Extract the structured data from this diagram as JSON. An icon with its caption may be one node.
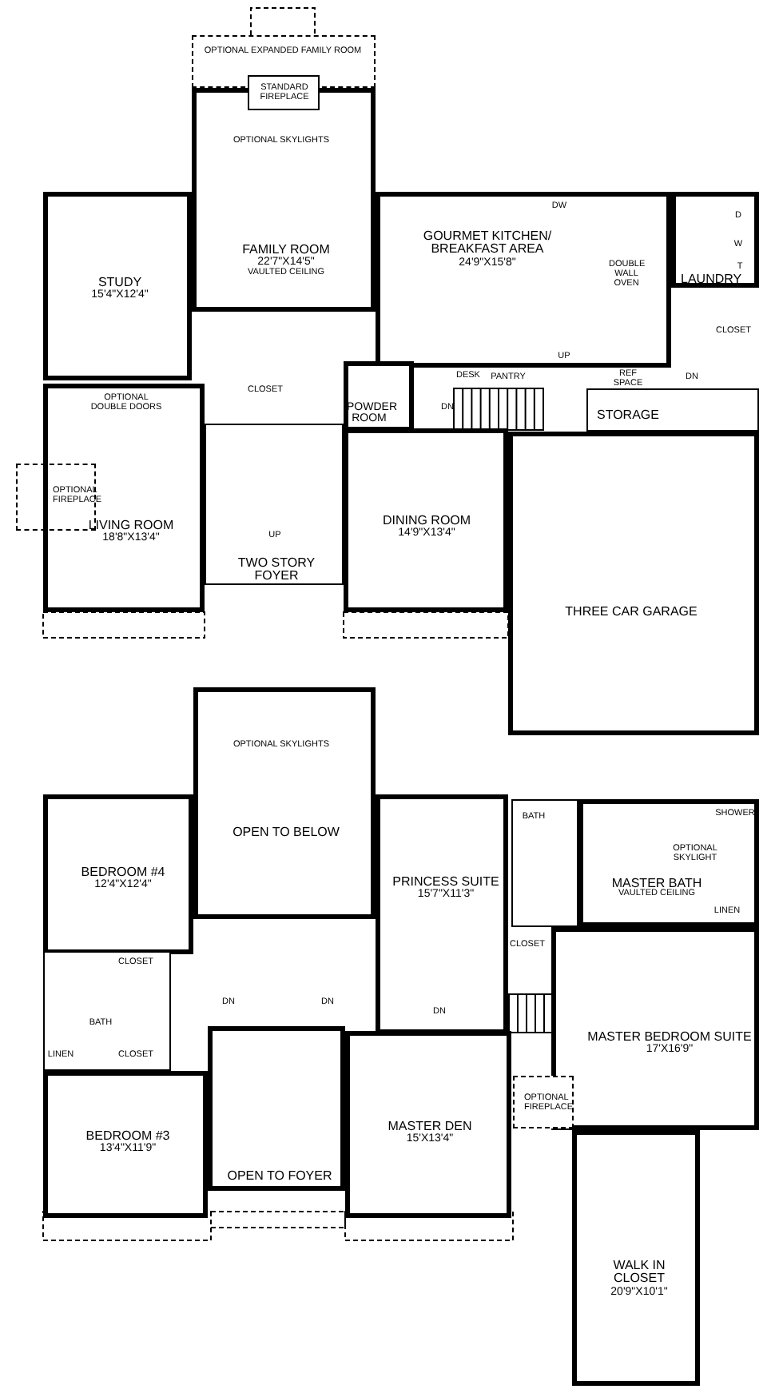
{
  "diagram": {
    "nodes": [
      {
        "text": [
          "OPTIONAL EXPANDED FAMILY ROOM"
        ]
      },
      {
        "text": [
          "STANDARD FIREPLACE"
        ]
      },
      {
        "text": [
          "FAMILY ROOM",
          "22'7\"X14'5\"",
          "VAULTED CEILING"
        ]
      },
      {
        "text": [
          "STUDY",
          "15'4\"X12'4\""
        ]
      },
      {
        "text": [
          "GOURMET KITCHEN/ BREAKFAST AREA",
          "24'9\"X15'8\""
        ]
      },
      {
        "text": [
          "LAUNDRY"
        ]
      },
      {
        "text": [
          "LIVING ROOM",
          "18'8\"X13'4\""
        ]
      },
      {
        "text": [
          "OPTIONAL FIREPLACE"
        ]
      },
      {
        "text": [
          "POWDER ROOM"
        ]
      },
      {
        "text": [
          "DINING ROOM",
          "14'9\"X13'4\""
        ]
      },
      {
        "text": [
          "TWO STORY FOYER"
        ]
      },
      {
        "text": [
          "STORAGE"
        ]
      },
      {
        "text": [
          "THREE CAR GARAGE"
        ]
      },
      {
        "text": [
          "OPEN TO BELOW"
        ]
      },
      {
        "text": [
          "BEDROOM #4",
          "12'4\"X12'4\""
        ]
      },
      {
        "text": [
          "PRINCESS SUITE",
          "15'7\"X11'3\""
        ]
      },
      {
        "text": [
          "BATH"
        ]
      },
      {
        "text": [
          "MASTER BATH",
          "VAULTED CEILING"
        ]
      },
      {
        "text": [
          "MASTER BEDROOM SUITE",
          "17'X16'9\""
        ]
      },
      {
        "text": [
          "BATH"
        ]
      },
      {
        "text": [
          "BEDROOM #3",
          "13'4\"X11'9\""
        ]
      },
      {
        "text": [
          "OPEN TO FOYER"
        ]
      },
      {
        "text": [
          "MASTER DEN",
          "15'X13'4\""
        ]
      },
      {
        "text": [
          "OPTIONAL FIREPLACE"
        ]
      },
      {
        "text": [
          "WALK IN CLOSET",
          "20'9\"X10'1\""
        ]
      }
    ],
    "labels": [
      "OPTIONAL SKYLIGHTS",
      "DW",
      "D",
      "W",
      "T",
      "DOUBLE WALL OVEN",
      "CLOSET",
      "OPTIONAL DOUBLE DOORS",
      "CLOSET",
      "DESK",
      "PANTRY",
      "UP",
      "REF SPACE",
      "DN",
      "DN",
      "UP",
      "OPTIONAL SKYLIGHTS",
      "SHOWER",
      "OPTIONAL SKYLIGHT",
      "LINEN",
      "CLOSET",
      "CLOSET",
      "LINEN",
      "CLOSET",
      "DN",
      "DN",
      "DN"
    ]
  }
}
